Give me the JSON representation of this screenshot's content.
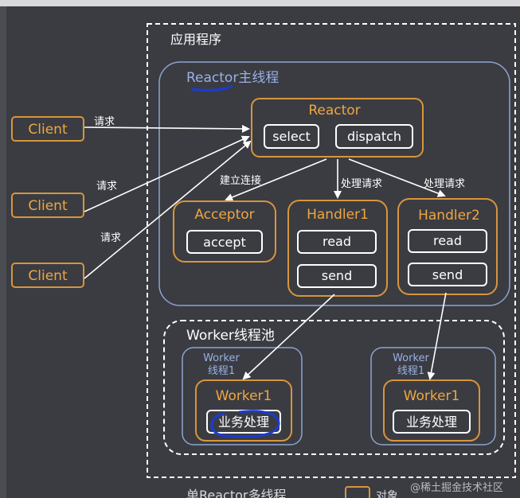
{
  "app_label": "应用程序",
  "main_thread": {
    "title": "Reactor主线程"
  },
  "reactor": {
    "title": "Reactor",
    "select": "select",
    "dispatch": "dispatch"
  },
  "clients": [
    "Client",
    "Client",
    "Client"
  ],
  "edge_labels": {
    "request": "请求",
    "establish": "建立连接",
    "handle_request": "处理请求"
  },
  "acceptor": {
    "title": "Acceptor",
    "method": "accept"
  },
  "handlers": [
    {
      "title": "Handler1",
      "read": "read",
      "send": "send"
    },
    {
      "title": "Handler2",
      "read": "read",
      "send": "send"
    }
  ],
  "worker_pool": {
    "title": "Worker线程池"
  },
  "workers": [
    {
      "thread_line1": "Worker",
      "thread_line2": "线程1",
      "title": "Worker1",
      "task": "业务处理"
    },
    {
      "thread_line1": "Worker",
      "thread_line2": "线程1",
      "title": "Worker1",
      "task": "业务处理"
    }
  ],
  "footer": {
    "caption": "单Reactor多线程",
    "legend": "对象",
    "watermark": "@稀土掘金技术社区"
  },
  "colors": {
    "background": "#3a3c42",
    "object_border": "#d8953a",
    "thread_border": "#8fa3cf",
    "annotation": "#1a3bd6"
  }
}
